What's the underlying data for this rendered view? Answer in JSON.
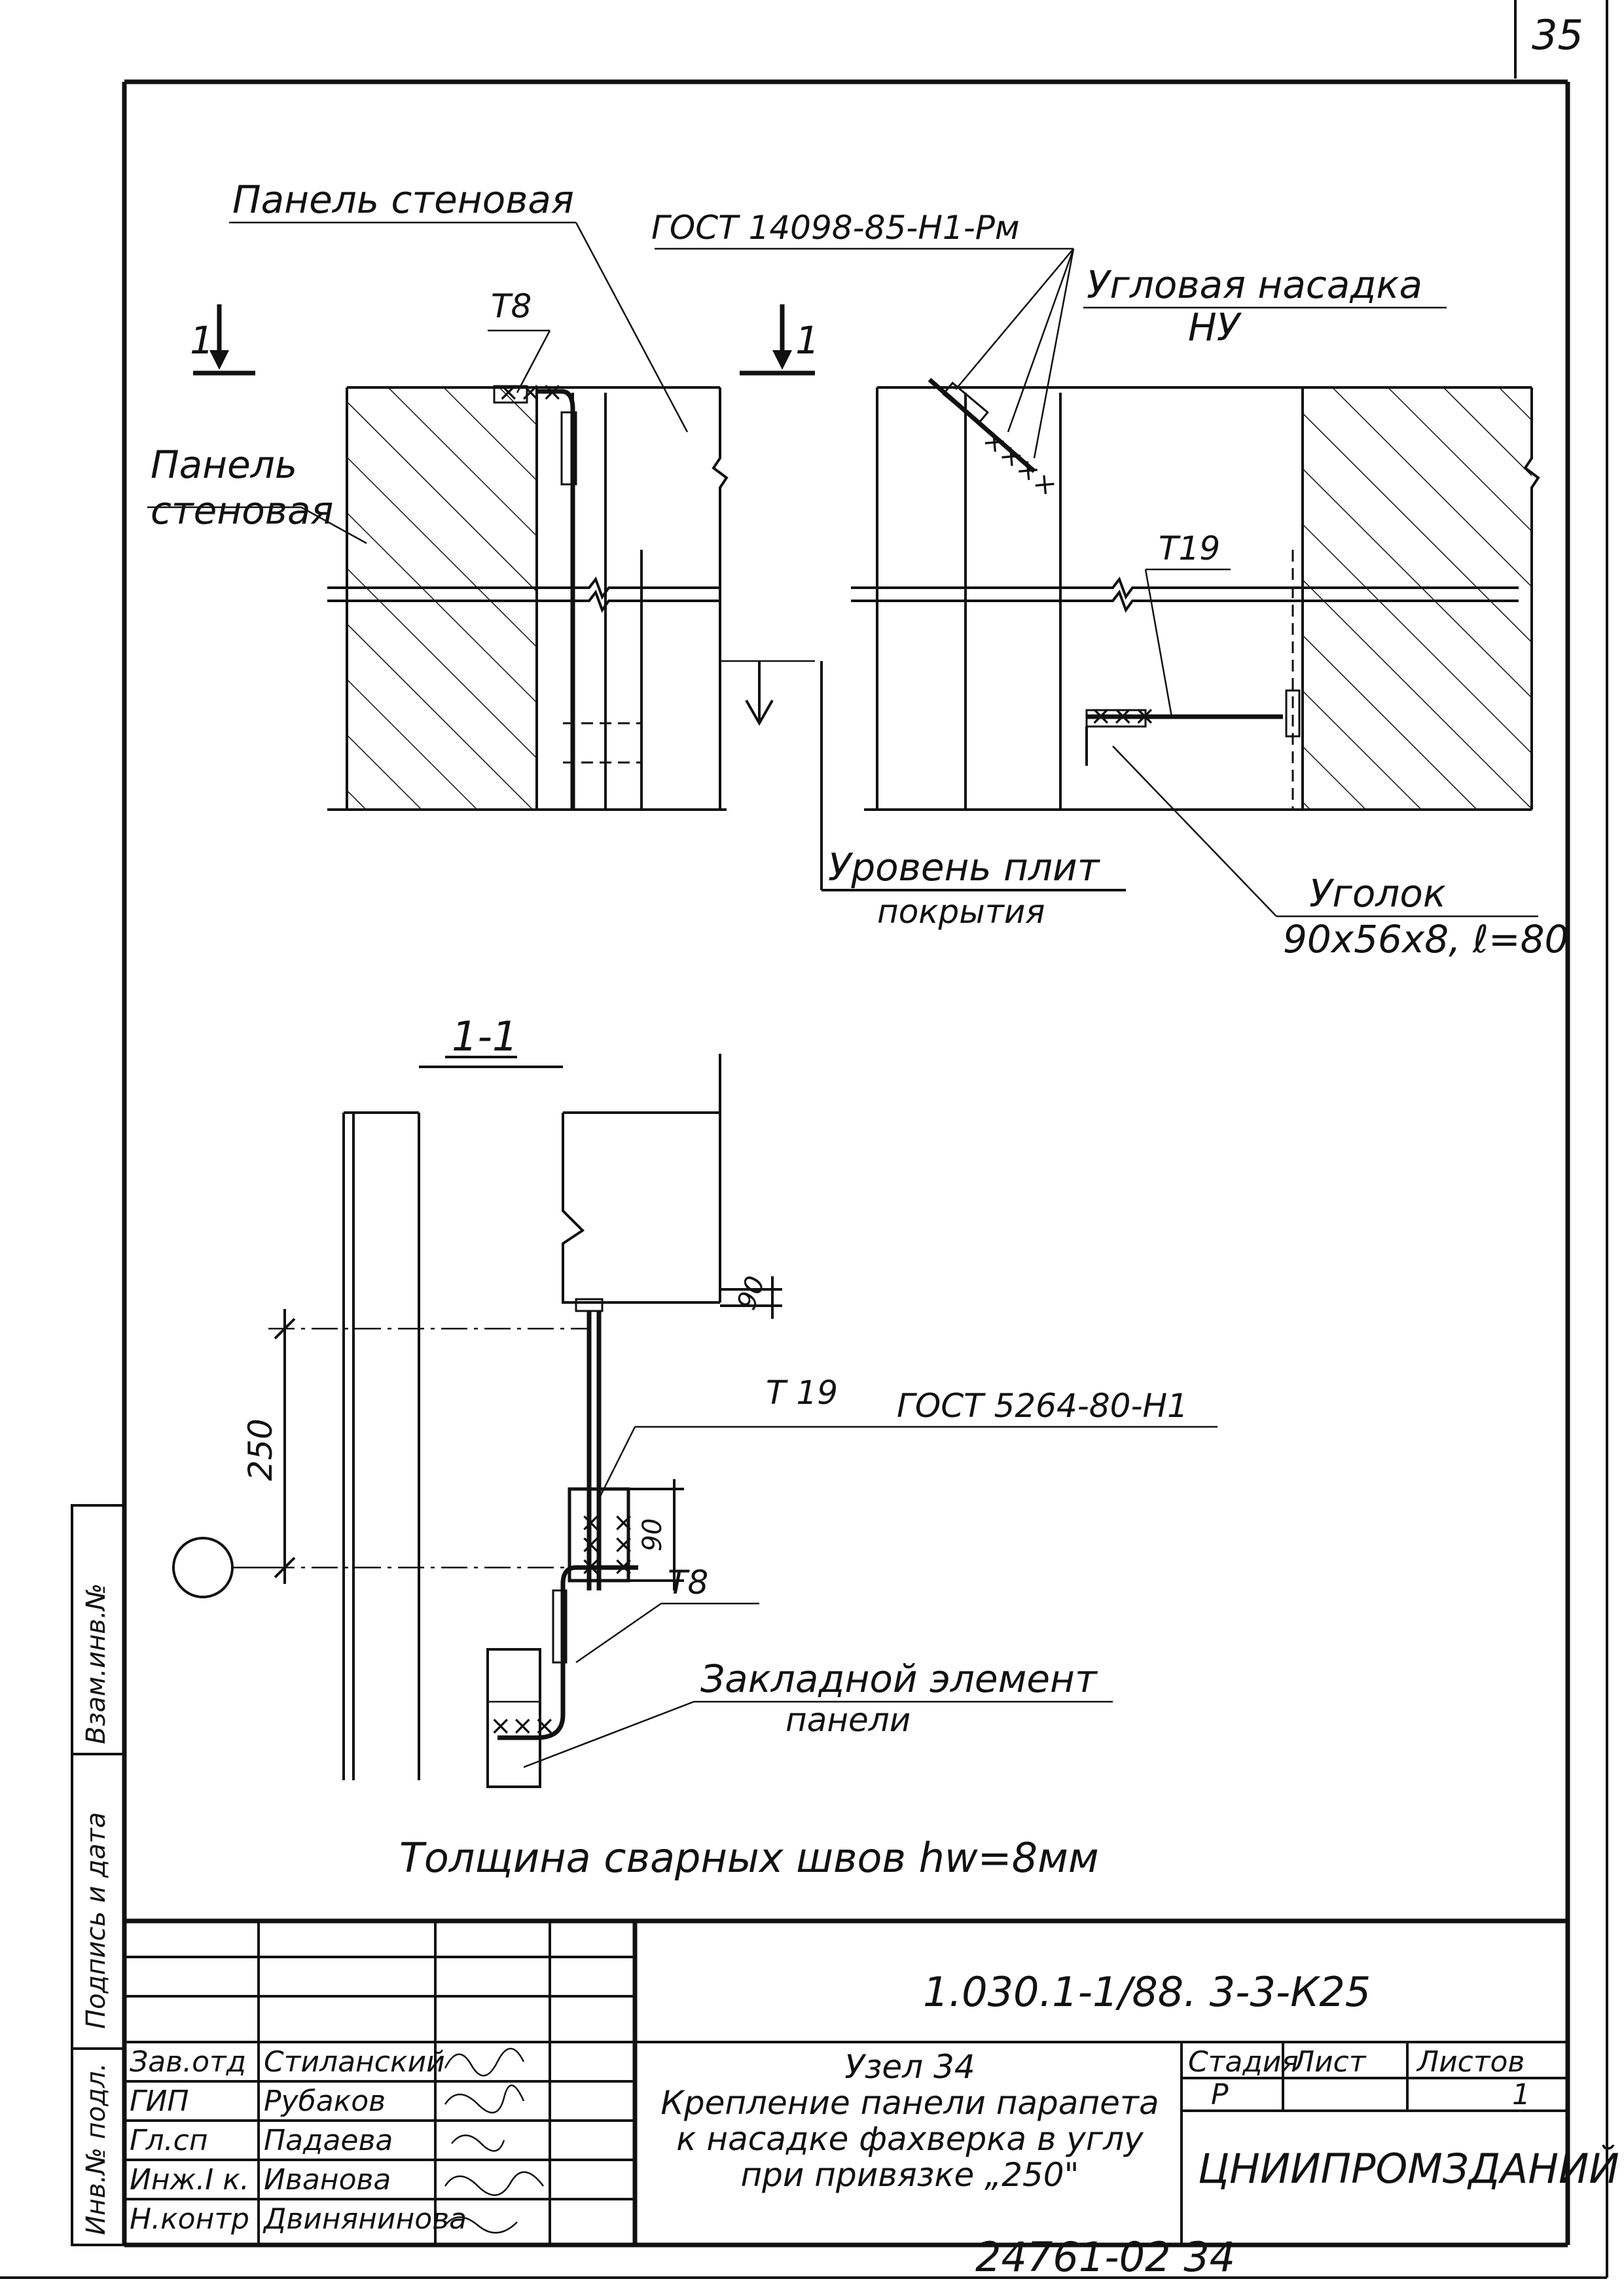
{
  "page_number": "35",
  "plan": {
    "label_wall_panel_top": "Панель стеновая",
    "label_wall_panel_left_1": "Панель",
    "label_wall_panel_left_2": "стеновая",
    "label_t8": "Т8",
    "label_gost_weld": "ГОСТ 14098-85-Н1-Рм",
    "label_corner_nozzle_1": "Угловая насадка",
    "label_corner_nozzle_2": "НУ",
    "label_t19": "Т19",
    "section_mark": "1",
    "label_slab_level_1": "Уровень плит",
    "label_slab_level_2": "покрытия",
    "label_angle_1": "Уголок",
    "label_angle_2": "90x56x8, ℓ=80"
  },
  "section": {
    "title": "1-1",
    "label_t19": "Т 19",
    "label_gost_weld": "ГОСТ 5264-80-Н1",
    "dim_250": "250",
    "dim_90_top": "90",
    "dim_90_mid": "90",
    "label_t8": "Т8",
    "label_embedded_1": "Закладной элемент",
    "label_embedded_2": "панели"
  },
  "note_weld": "Толщина сварных швов  hw=8мм",
  "side_stamp": {
    "inv_orig": "Инв.№ подл.",
    "signature_date": "Подпись и дата",
    "replace_inv": "Взам.инв.№"
  },
  "title_block": {
    "doc_code": "1.030.1-1/88.  3-3-К25",
    "title_line1": "Узел 34",
    "title_line2": "Крепление панели парапета",
    "title_line3": "к насадке фахверка в углу",
    "title_line4": "при привязке „250\"",
    "stage_header": "Стадия",
    "sheet_header": "Лист",
    "sheets_header": "Листов",
    "stage_value": "Р",
    "sheets_value": "1",
    "organization": "ЦНИИПРОМЗДАНИЙ",
    "staff": [
      {
        "role": "Зав.отд",
        "name": "Стиланский"
      },
      {
        "role": "ГИП",
        "name": "Рубаков"
      },
      {
        "role": "Гл.сп",
        "name": "Падаева"
      },
      {
        "role": "Инж.I к.",
        "name": "Иванова"
      },
      {
        "role": "Н.контр",
        "name": "Двинянинова"
      }
    ]
  },
  "footer_code": "24761-02   34"
}
